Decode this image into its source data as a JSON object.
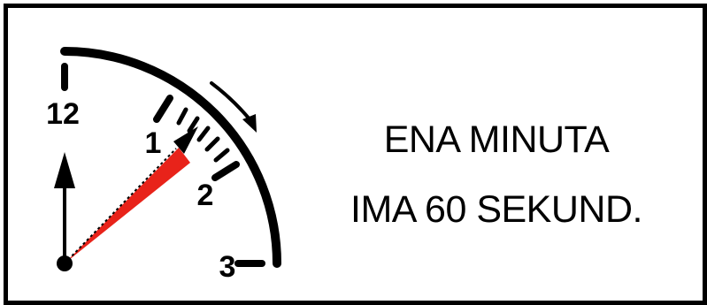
{
  "clock": {
    "numbers": [
      "12",
      "1",
      "2",
      "3"
    ],
    "second_hand_color": "#e8231a",
    "arrow_icon": "clockwise-arrow-icon"
  },
  "caption": {
    "line1": "ENA MINUTA",
    "line2": "IMA 60 SEKUND."
  }
}
